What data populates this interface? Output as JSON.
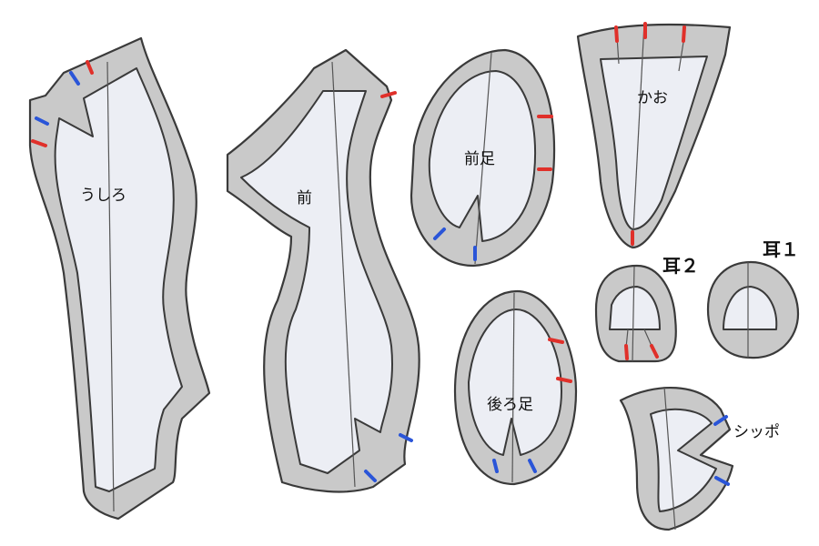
{
  "pieces": {
    "back": "うしろ",
    "front": "前",
    "front_leg": "前足",
    "hind_leg": "後ろ足",
    "face": "かお",
    "ear2": "耳２",
    "ear1": "耳１",
    "tail": "シッポ"
  },
  "colors": {
    "seam_allowance": "#c9c9c9",
    "pattern": "#eceef4",
    "mark_red": "#e0302a",
    "mark_blue": "#2a55d8"
  }
}
